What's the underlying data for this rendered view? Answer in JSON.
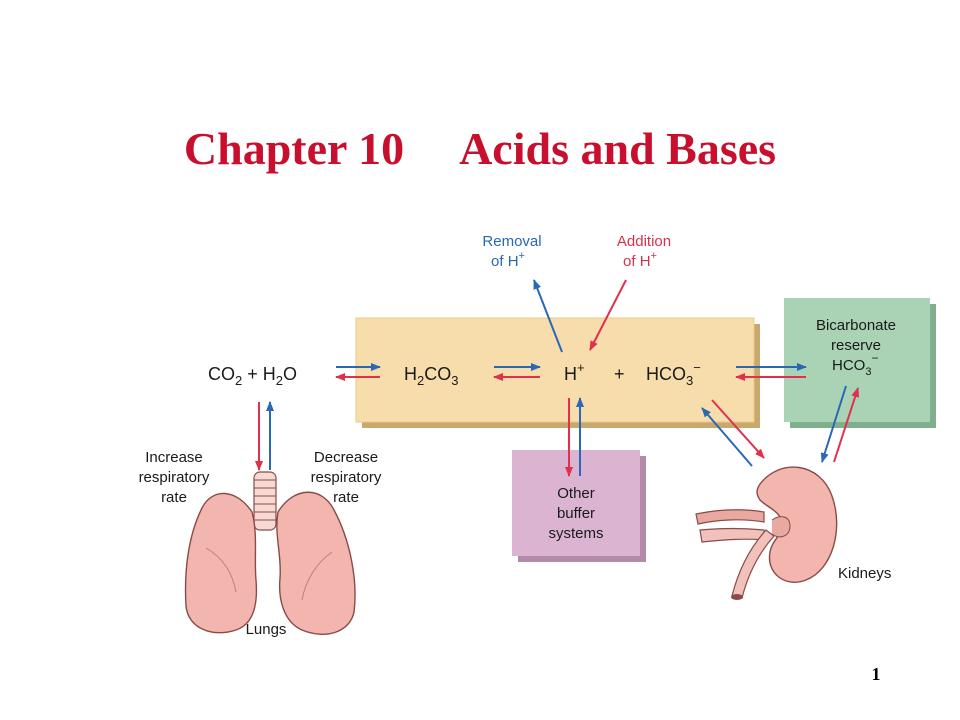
{
  "slide": {
    "title": "Chapter 10     Acids and Bases",
    "page_number": "1"
  },
  "equation": {
    "co2": "CO",
    "co2_sub": "2",
    "plus_h2o": " + H",
    "h2o_sub": "2",
    "h2o_o": "O",
    "h2co3_h": "H",
    "h2co3_sub1": "2",
    "h2co3_co": "CO",
    "h2co3_sub2": "3",
    "h_ion": "H",
    "h_ion_charge": "+",
    "plus": "+",
    "hco3": "HCO",
    "hco3_sub": "3",
    "hco3_charge": "−"
  },
  "labels": {
    "removal_line1": "Removal",
    "removal_line2": "of H",
    "removal_charge": "+",
    "addition_line1": "Addition",
    "addition_line2": "of H",
    "addition_charge": "+",
    "bicarb_line1": "Bicarbonate",
    "bicarb_line2": "reserve",
    "bicarb_line3": "HCO",
    "bicarb_sub": "3",
    "bicarb_charge": "−",
    "buffer_line1": "Other",
    "buffer_line2": "buffer",
    "buffer_line3": "systems",
    "increase_line1": "Increase",
    "increase_line2": "respiratory",
    "increase_line3": "rate",
    "decrease_line1": "Decrease",
    "decrease_line2": "respiratory",
    "decrease_line3": "rate",
    "lungs": "Lungs",
    "kidneys": "Kidneys"
  },
  "colors": {
    "title": "#c8102e",
    "arrow_blue": "#2a67b5",
    "arrow_red": "#e0304e",
    "box_tan": "#f7ddab",
    "box_green": "#a9d3b4",
    "box_purple": "#dbb4d2",
    "organ_pink": "#f2b6ae"
  }
}
